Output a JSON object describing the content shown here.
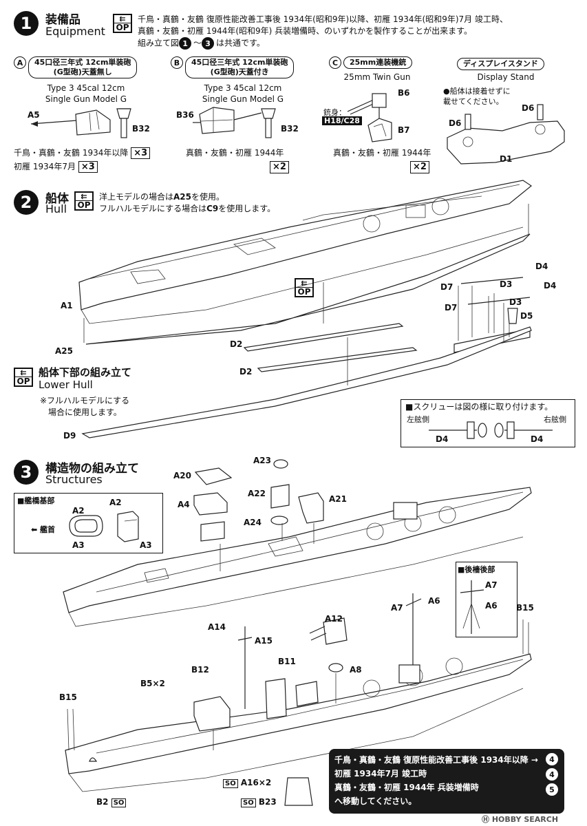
{
  "step1": {
    "number": "1",
    "title_jp": "装備品",
    "title_en": "Equipment",
    "op_label": "OP",
    "note_line1": "千鳥・真鶴・友鶴 復原性能改善工事後 1934年(昭和9年)以降、初雁 1934年(昭和9年)7月 竣工時、",
    "note_line2": "真鶴・友鶴・初雁 1944年(昭和9年) 兵装増備時、のいずれかを製作することが出来ます。",
    "note_line3a": "組み立て図",
    "note_line3_circ1": "1",
    "note_line3_tilde": "～",
    "note_line3_circ2": "3",
    "note_line3b": "は共通です。",
    "partA": {
      "letter": "A",
      "pill_line1": "45口径三年式 12cm単装砲",
      "pill_line2": "(G型砲)天蓋無し",
      "cap_line1": "Type 3 45cal 12cm",
      "cap_line2": "Single Gun Model G",
      "label_left": "A5",
      "label_right": "B32",
      "ship_line1": "千鳥・真鶴・友鶴 1934年以降",
      "qty1": "×3",
      "ship_line2": "初雁 1934年7月",
      "qty2": "×3"
    },
    "partB": {
      "letter": "B",
      "pill_line1": "45口径三年式 12cm単装砲",
      "pill_line2": "(G型砲)天蓋付き",
      "cap_line1": "Type 3 45cal 12cm",
      "cap_line2": "Single Gun Model G",
      "label_left": "B36",
      "label_right": "B32",
      "ship_line1": "真鶴・友鶴・初雁 1944年",
      "qty1": "×2"
    },
    "partC": {
      "letter": "C",
      "pill_line1": "25mm連装機銃",
      "cap_line1": "25mm Twin Gun",
      "label_b6": "B6",
      "label_b7": "B7",
      "barrel_label": "銃身：",
      "barrel_parts": "H18/C28",
      "ship_line1": "真鶴・友鶴・初雁 1944年",
      "qty1": "×2"
    },
    "stand": {
      "pill": "ディスプレイスタンド",
      "cap": "Display Stand",
      "note1": "●船体は接着せずに",
      "note2": "載せてください。",
      "label_d6a": "D6",
      "label_d6b": "D6",
      "label_d1": "D1"
    }
  },
  "step2": {
    "number": "2",
    "title_jp": "船体",
    "title_en": "Hull",
    "op_label": "OP",
    "note1a": "洋上モデルの場合は",
    "note1b": "A25",
    "note1c": "を使用。",
    "note2a": "フルハルモデルにする場合は",
    "note2b": "C9",
    "note2c": "を使用します。",
    "labels": {
      "a1": "A1",
      "a25": "A25",
      "d2a": "D2",
      "d2b": "D2",
      "d7a": "D7",
      "d7b": "D7",
      "d3a": "D3",
      "d3b": "D3",
      "d4a": "D4",
      "d4b": "D4",
      "d5": "D5",
      "d9": "D9"
    },
    "lower": {
      "title_jp": "船体下部の組み立て",
      "title_en": "Lower Hull",
      "op_label": "OP",
      "note1": "※フルハルモデルにする",
      "note2": "場合に使用します。"
    },
    "screw": {
      "title": "■スクリューは図の様に取り付けます。",
      "port": "左舷側",
      "starboard": "右舷側",
      "d4a": "D4",
      "d4b": "D4"
    }
  },
  "step3": {
    "number": "3",
    "title_jp": "構造物の組み立て",
    "title_en": "Structures",
    "bridge_box": {
      "title": "■艦橋基部",
      "bow": "艦首",
      "a2a": "A2",
      "a2b": "A2",
      "a3a": "A3",
      "a3b": "A3"
    },
    "labels": {
      "a20": "A20",
      "a4": "A4",
      "a23": "A23",
      "a22": "A22",
      "a21": "A21",
      "a24": "A24",
      "a14": "A14",
      "a15": "A15",
      "a12": "A12",
      "b11": "B11",
      "a8": "A8",
      "b12": "B12",
      "b5": "B5×2",
      "b15a": "B15",
      "b15b": "B15",
      "a7": "A7",
      "a6": "A6",
      "a16": "A16×2",
      "b2": "B2",
      "b23": "B23",
      "so1": "SO",
      "so2": "SO",
      "so3": "SO"
    },
    "aft_box": {
      "title": "■後檣後部",
      "a7": "A7",
      "a6": "A6"
    },
    "nav_box": {
      "row1": "千鳥・真鶴・友鶴 復原性能改善工事後 1934年以降 →",
      "row1_step": "4",
      "row2": "初雁 1934年7月 竣工時",
      "row2_step": "4",
      "row3": "真鶴・友鶴・初雁 1944年 兵装増備時",
      "row3_step": "5",
      "row4": "へ移動してください。"
    }
  },
  "watermark": "Ⓗ HOBBY SEARCH"
}
